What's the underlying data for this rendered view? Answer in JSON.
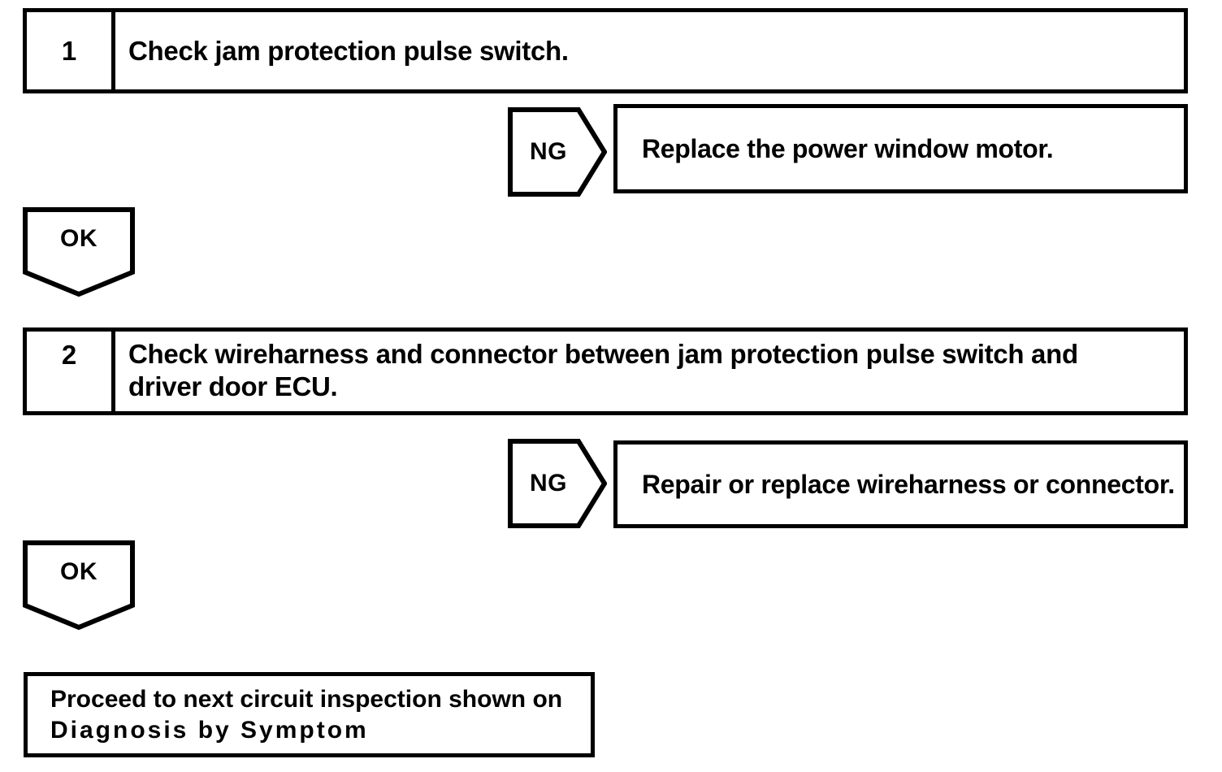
{
  "diagram": {
    "background_color": "#ffffff",
    "ink_color": "#000000",
    "steps": [
      {
        "number": "1",
        "lines": [
          "Check jam protection pulse switch."
        ]
      },
      {
        "number": "2",
        "lines": [
          "Check wireharness and connector between jam protection pulse switch and",
          "driver door ECU."
        ]
      }
    ],
    "connectors": {
      "ng_label": "NG",
      "ok_label": "OK"
    },
    "results": [
      "Replace the power window motor.",
      "Repair or replace wireharness or connector."
    ],
    "final": {
      "lines": [
        "Proceed to next circuit inspection shown on",
        "Diagnosis by Symptom"
      ]
    }
  }
}
